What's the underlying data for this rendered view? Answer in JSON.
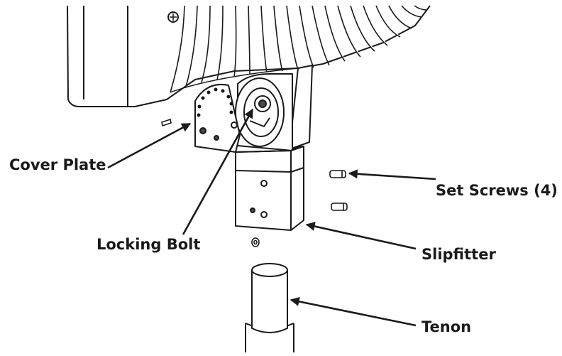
{
  "callouts": {
    "cover_plate": "Cover Plate",
    "locking_bolt": "Locking Bolt",
    "set_screws": "Set Screws (4)",
    "slipfitter": "Slipfitter",
    "tenon": "Tenon"
  },
  "colors": {
    "line": "#1a1a1a",
    "fill": "#ffffff",
    "shade": "#4a4a4a"
  }
}
